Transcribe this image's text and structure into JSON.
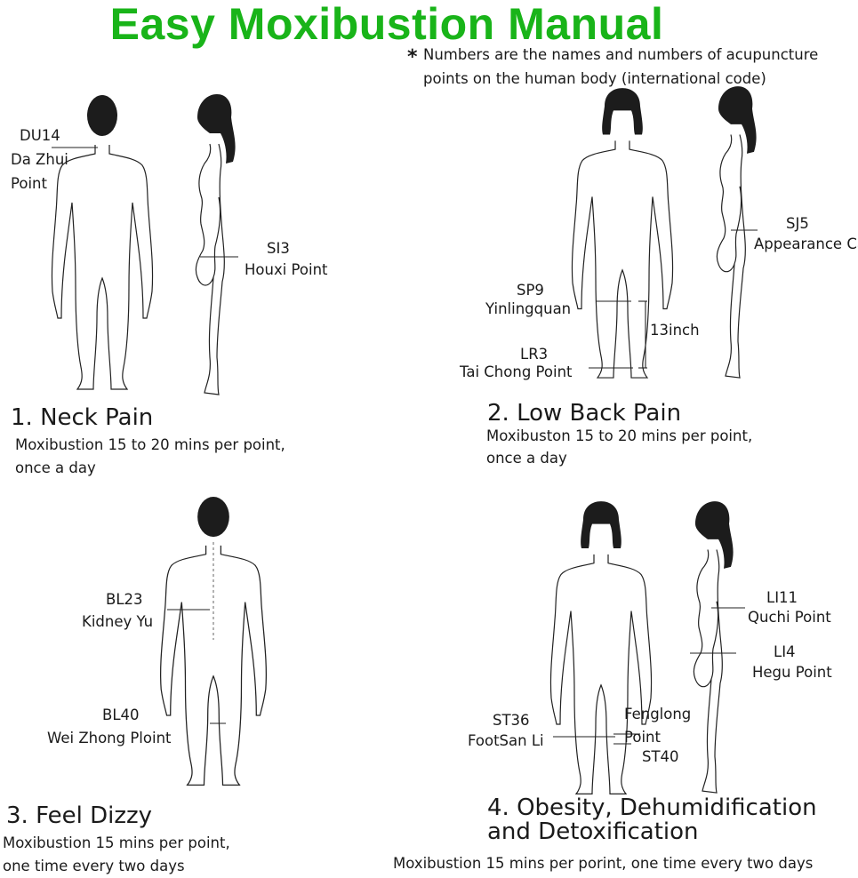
{
  "title": "Easy Moxibustion Manual",
  "note": {
    "star": "*",
    "line1": "Numbers are the names and numbers of acupuncture",
    "line2": "points on the human body (international code)"
  },
  "sections": [
    {
      "heading": "1. Neck Pain",
      "desc_line1": "Moxibustion 15 to 20 mins per point,",
      "desc_line2": "once a day",
      "points": [
        {
          "code": "DU14",
          "name_line1": "Da Zhui",
          "name_line2": "Point"
        },
        {
          "code": "SI3",
          "name_line1": "Houxi Point"
        }
      ]
    },
    {
      "heading": "2. Low Back Pain",
      "desc_line1": "Moxibuston 15 to 20 mins per point,",
      "desc_line2": "once a day",
      "points": [
        {
          "code": "SJ5",
          "name_line1": "Appearance Ca"
        },
        {
          "code": "SP9",
          "name_line1": "Yinlingquan"
        },
        {
          "code": "LR3",
          "name_line1": "Tai Chong Point"
        }
      ],
      "measure": "13inch"
    },
    {
      "heading": "3. Feel Dizzy",
      "desc_line1": "Moxibustion 15 mins per point,",
      "desc_line2": "one time every two days",
      "points": [
        {
          "code": "BL23",
          "name_line1": "Kidney Yu"
        },
        {
          "code": "BL40",
          "name_line1": "Wei Zhong Ploint"
        }
      ]
    },
    {
      "heading_line1": "4. Obesity, Dehumidification",
      "heading_line2": "and Detoxification",
      "desc_line1": "Moxibustion 15 mins per porint, one time every two days",
      "points": [
        {
          "code": "LI11",
          "name_line1": "Quchi Point"
        },
        {
          "code": "LI4",
          "name_line1": "Hegu Point"
        },
        {
          "code": "ST36",
          "name_line1": "FootSan Li"
        },
        {
          "code": "ST40",
          "name_line1": "Fenglong",
          "name_line2": "Point"
        }
      ]
    }
  ],
  "colors": {
    "title": "#19b419",
    "text": "#1a1a1a",
    "hair": "#1c1c1c"
  }
}
